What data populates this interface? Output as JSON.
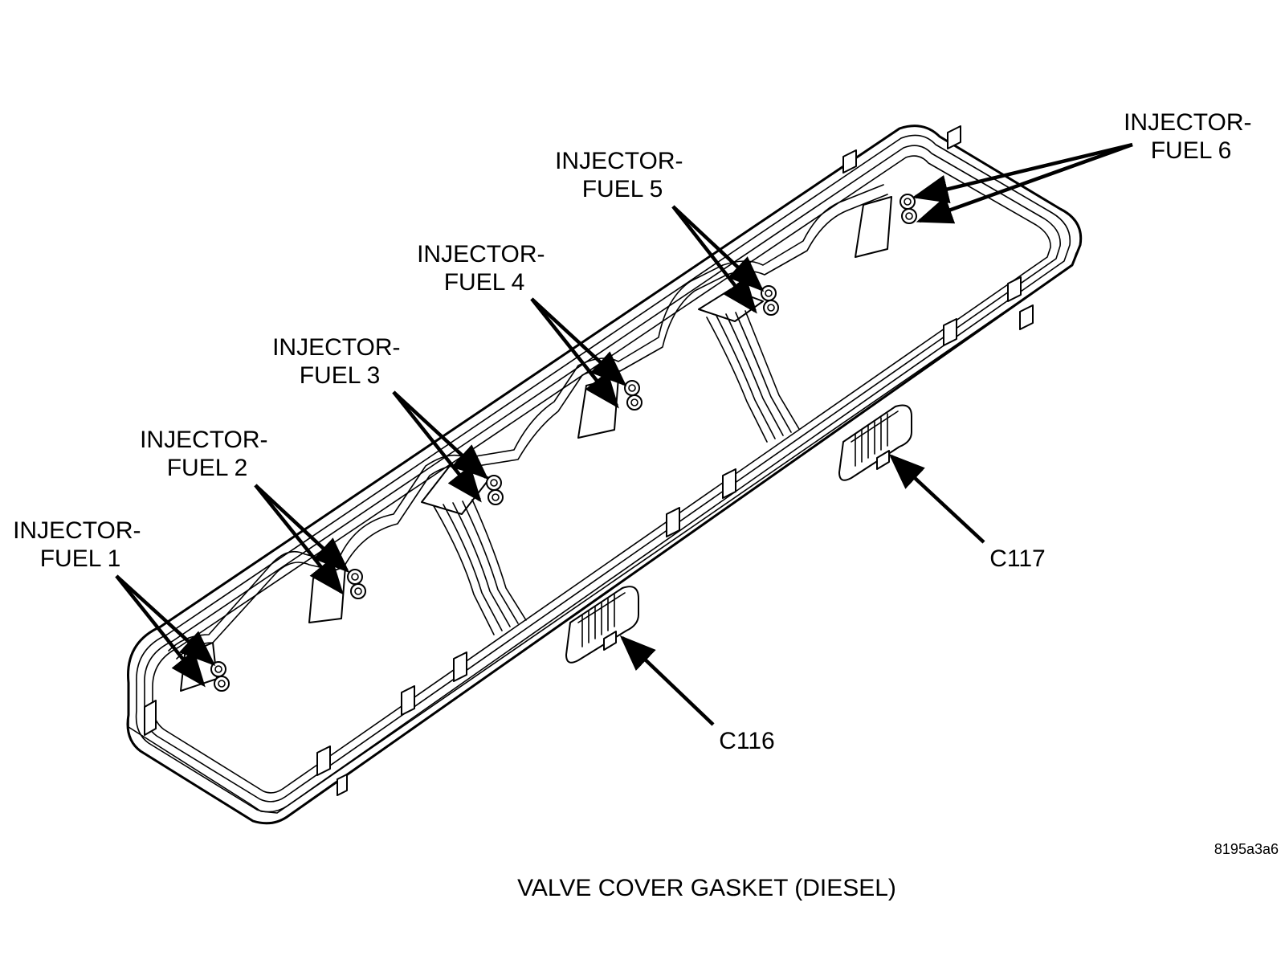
{
  "labels": {
    "injector1": [
      "INJECTOR-",
      "FUEL 1"
    ],
    "injector2": [
      "INJECTOR-",
      "FUEL 2"
    ],
    "injector3": [
      "INJECTOR-",
      "FUEL 3"
    ],
    "injector4": [
      "INJECTOR-",
      "FUEL 4"
    ],
    "injector5": [
      "INJECTOR-",
      "FUEL 5"
    ],
    "injector6": [
      "INJECTOR-",
      "FUEL 6"
    ],
    "c116": "C116",
    "c117": "C117"
  },
  "figure_id": "8195a3a6",
  "caption": "VALVE COVER GASKET  (DIESEL)"
}
